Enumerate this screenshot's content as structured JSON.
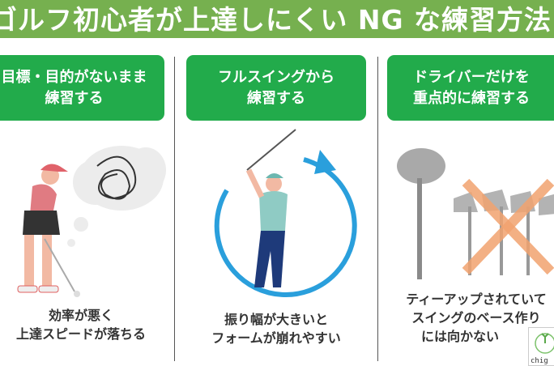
{
  "header": {
    "title": "ゴルフ初心者が上達しにくい NG な練習方法"
  },
  "items": [
    {
      "label_line1": "目標・目的がないまま",
      "label_line2": "練習する",
      "caption_line1": "効率が悪く",
      "caption_line2": "上達スピードが落ちる"
    },
    {
      "label_line1": "フルスイングから",
      "label_line2": "練習する",
      "caption_line1": "振り幅が大きいと",
      "caption_line2": "フォームが崩れやすい"
    },
    {
      "label_line1": "ドライバーだけを",
      "label_line2": "重点的に練習する",
      "caption_line1": "ティーアップされていて",
      "caption_line2": "スイングのベース作り",
      "caption_line3": "には向かない"
    }
  ],
  "logo": {
    "text": "chig"
  },
  "colors": {
    "header": "#76b04f",
    "card": "#22ab4b",
    "arrow": "#2a9fdc",
    "cross": "#f2a36f"
  }
}
